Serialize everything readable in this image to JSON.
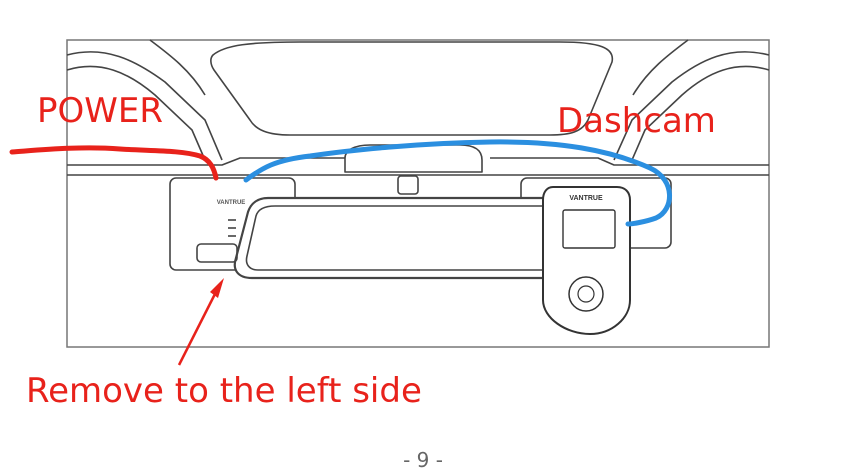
{
  "annotations": {
    "power": "POWER",
    "dashcam": "Dashcam",
    "remove": "Remove to the left side"
  },
  "device_brand": "VANTRUE",
  "page_number": "- 9 -",
  "colors": {
    "annotation_red": "#e8221b",
    "cable_blue": "#2b8fe0",
    "line_art": "#333333"
  }
}
